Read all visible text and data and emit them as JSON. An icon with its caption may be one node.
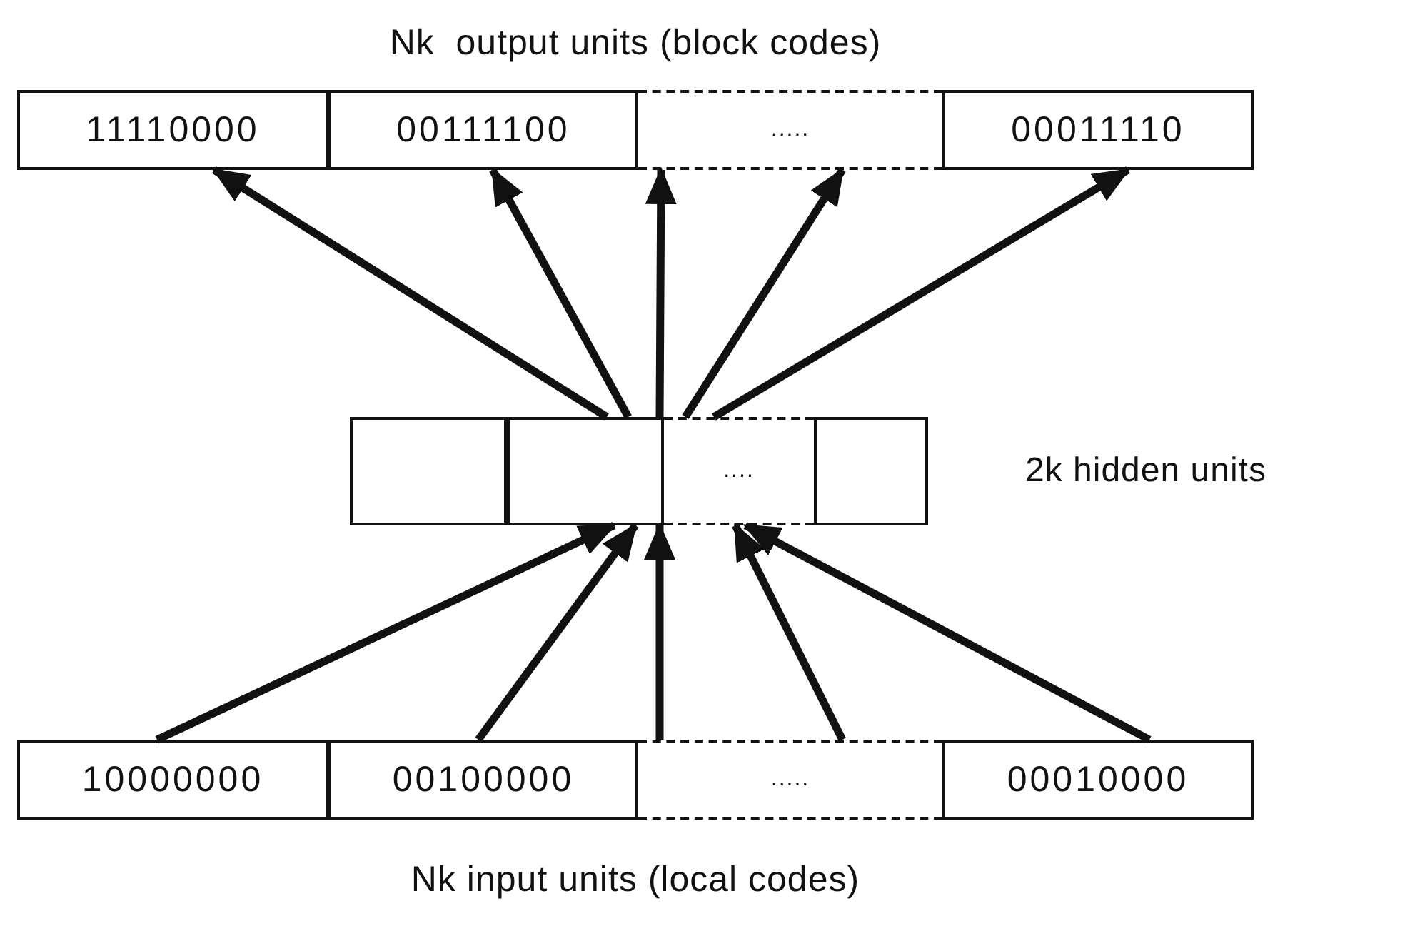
{
  "diagram": {
    "nodes": [
      {
        "text": [
          "Nk  output units (block codes)"
        ]
      },
      {
        "text": [
          "11110000"
        ],
        "in": 0
      },
      {
        "text": [
          "00111100"
        ],
        "in": 0
      },
      {
        "text": [
          "....."
        ],
        "in": 0
      },
      {
        "text": [
          "00011110"
        ],
        "in": 0
      },
      {
        "text": [
          "2k hidden units"
        ]
      },
      {
        "text": [],
        "shape": "box",
        "in": 5
      },
      {
        "text": [],
        "shape": "box",
        "in": 5
      },
      {
        "text": [
          "...."
        ],
        "in": 5
      },
      {
        "text": [],
        "shape": "box",
        "in": 5
      },
      {
        "text": [
          "Nk input units (local codes)"
        ]
      },
      {
        "text": [
          "10000000"
        ],
        "in": 10
      },
      {
        "text": [
          "00100000"
        ],
        "in": 10
      },
      {
        "text": [
          "....."
        ],
        "in": 10
      },
      {
        "text": [
          "00010000"
        ],
        "in": 10
      }
    ],
    "edges": [
      {
        "from": 5,
        "to": 1,
        "arrow": "to"
      },
      {
        "from": 5,
        "to": 2,
        "arrow": "to"
      },
      {
        "from": 5,
        "to": 3,
        "arrow": "to"
      },
      {
        "from": 5,
        "to": 3,
        "arrow": "to"
      },
      {
        "from": 5,
        "to": 4,
        "arrow": "to"
      },
      {
        "from": 11,
        "to": 5,
        "arrow": "to"
      },
      {
        "from": 12,
        "to": 5,
        "arrow": "to"
      },
      {
        "from": 13,
        "to": 5,
        "arrow": "to"
      },
      {
        "from": 13,
        "to": 5,
        "arrow": "to"
      },
      {
        "from": 14,
        "to": 5,
        "arrow": "to"
      }
    ]
  }
}
